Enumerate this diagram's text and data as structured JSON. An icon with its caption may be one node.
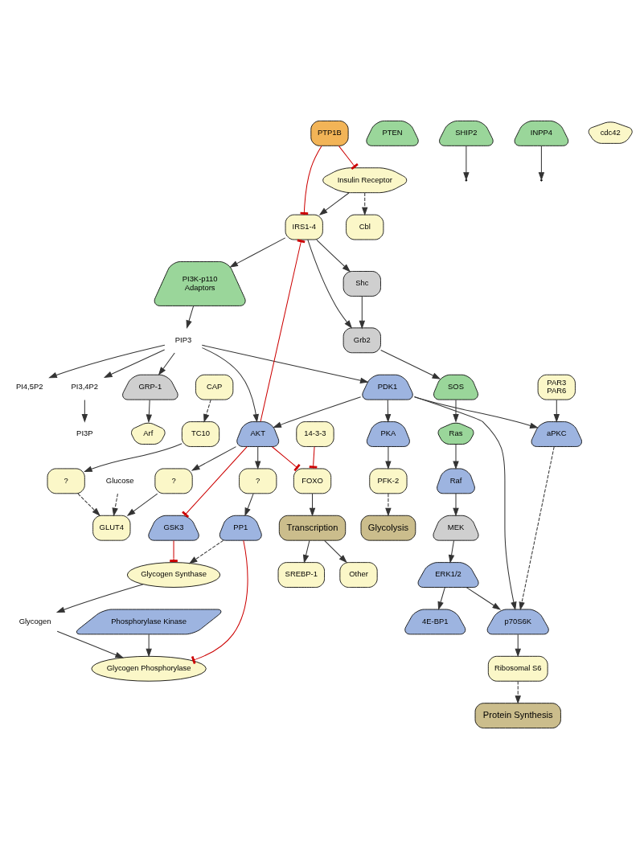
{
  "diagram": {
    "nodes": [
      {
        "text": [
          "Insulin Receptor"
        ]
      },
      {
        "text": [
          "IRS1-4"
        ]
      },
      {
        "text": [
          "PTP1B"
        ]
      },
      {
        "text": [
          "Cbl"
        ]
      },
      {
        "text": [
          "CAP"
        ]
      },
      {
        "text": [
          "TC10"
        ]
      },
      {
        "text": [
          "?"
        ]
      },
      {
        "text": [
          "GLUT4"
        ]
      },
      {
        "text": [
          "Glucose"
        ]
      },
      {
        "text": [
          "?"
        ]
      },
      {
        "text": [
          "PI3K-p110",
          "Adaptors"
        ]
      },
      {
        "text": [
          "PTEN"
        ]
      },
      {
        "text": [
          "PIP3"
        ]
      },
      {
        "text": [
          "PI4,5P2"
        ]
      },
      {
        "text": [
          "PI3,4P2"
        ]
      },
      {
        "text": [
          "SHIP2"
        ]
      },
      {
        "text": [
          "PI3P"
        ]
      },
      {
        "text": [
          "INPP4"
        ]
      },
      {
        "text": [
          "GRP-1"
        ]
      },
      {
        "text": [
          "Arf"
        ]
      },
      {
        "text": [
          "Shc"
        ]
      },
      {
        "text": [
          "Grb2"
        ]
      },
      {
        "text": [
          "SOS"
        ]
      },
      {
        "text": [
          "Ras"
        ]
      },
      {
        "text": [
          "Raf"
        ]
      },
      {
        "text": [
          "MEK"
        ]
      },
      {
        "text": [
          "ERK1/2"
        ]
      },
      {
        "text": [
          "PDK1"
        ]
      },
      {
        "text": [
          "AKT"
        ]
      },
      {
        "text": [
          "GSK3"
        ]
      },
      {
        "text": [
          "Glycogen Synthase"
        ]
      },
      {
        "text": [
          "Glycogen Phosphorylase"
        ]
      },
      {
        "text": [
          "Glycogen"
        ]
      },
      {
        "text": [
          "Phosphorylase Kinase"
        ]
      },
      {
        "text": [
          "?"
        ]
      },
      {
        "text": [
          "PP1"
        ]
      },
      {
        "text": [
          "FOXO"
        ]
      },
      {
        "text": [
          "14-3-3"
        ]
      },
      {
        "text": [
          "Transcription"
        ]
      },
      {
        "text": [
          "SREBP-1"
        ]
      },
      {
        "text": [
          "Other"
        ]
      },
      {
        "text": [
          "PKA"
        ]
      },
      {
        "text": [
          "PFK-2"
        ]
      },
      {
        "text": [
          "Glycolysis"
        ]
      },
      {
        "text": [
          "PAR3",
          "PAR6"
        ]
      },
      {
        "text": [
          "cdc42"
        ]
      },
      {
        "text": [
          "aPKC"
        ]
      },
      {
        "text": [
          "p70S6K"
        ]
      },
      {
        "text": [
          "Ribosomal S6"
        ]
      },
      {
        "text": [
          "Protein Synthesis"
        ]
      },
      {
        "text": [
          "4E-BP1"
        ]
      }
    ],
    "edges": [
      {
        "from": 0,
        "to": 1,
        "arrow": "to"
      },
      {
        "from": 0,
        "to": 3,
        "arrow": "to",
        "style": "dashed"
      },
      {
        "from": 2,
        "to": 0,
        "arrow": "other",
        "color": "#cc0000"
      },
      {
        "from": 2,
        "to": 1,
        "arrow": "other",
        "color": "#cc0000"
      },
      {
        "from": 28,
        "to": 1,
        "arrow": "other",
        "color": "#cc0000"
      },
      {
        "from": 4,
        "to": 5,
        "arrow": "to",
        "style": "dashed"
      },
      {
        "from": 5,
        "to": 6,
        "arrow": "to"
      },
      {
        "from": 6,
        "to": 7,
        "arrow": "to",
        "style": "dashed"
      },
      {
        "from": 8,
        "to": 7,
        "arrow": "to",
        "style": "dashed"
      },
      {
        "from": 28,
        "to": 9,
        "arrow": "to"
      },
      {
        "from": 9,
        "to": 7,
        "arrow": "to"
      },
      {
        "from": 1,
        "to": 10,
        "arrow": "to"
      },
      {
        "from": 1,
        "to": 20,
        "arrow": "to"
      },
      {
        "from": 1,
        "to": 21,
        "arrow": "to"
      },
      {
        "from": 20,
        "to": 21,
        "arrow": "to"
      },
      {
        "from": 21,
        "to": 22,
        "arrow": "to"
      },
      {
        "from": 22,
        "to": 23,
        "arrow": "to"
      },
      {
        "from": 23,
        "to": 24,
        "arrow": "to"
      },
      {
        "from": 24,
        "to": 25,
        "arrow": "to"
      },
      {
        "from": 25,
        "to": 26,
        "arrow": "to"
      },
      {
        "from": 26,
        "to": 50,
        "arrow": "to"
      },
      {
        "from": 26,
        "to": 47,
        "arrow": "to"
      },
      {
        "from": 10,
        "to": 12,
        "arrow": "to"
      },
      {
        "from": 12,
        "to": 13,
        "arrow": "to"
      },
      {
        "from": 12,
        "to": 28,
        "arrow": "to"
      },
      {
        "from": 12,
        "to": 27,
        "arrow": "to"
      },
      {
        "from": 12,
        "to": 14,
        "arrow": "to"
      },
      {
        "from": 15,
        "to": null,
        "arrow": "to"
      },
      {
        "from": 14,
        "to": 16,
        "arrow": "to"
      },
      {
        "from": 17,
        "to": null,
        "arrow": "to"
      },
      {
        "from": 12,
        "to": 18,
        "arrow": "to"
      },
      {
        "from": 18,
        "to": 19,
        "arrow": "to"
      },
      {
        "from": 27,
        "to": 28,
        "arrow": "to"
      },
      {
        "from": 27,
        "to": 41,
        "arrow": "to"
      },
      {
        "from": 27,
        "to": 46,
        "arrow": "to"
      },
      {
        "from": 27,
        "to": 47,
        "arrow": "to"
      },
      {
        "from": 28,
        "to": 29,
        "arrow": "other",
        "color": "#cc0000"
      },
      {
        "from": 29,
        "to": 30,
        "arrow": "other",
        "color": "#cc0000"
      },
      {
        "from": 28,
        "to": 36,
        "arrow": "other",
        "color": "#cc0000"
      },
      {
        "from": 37,
        "to": 36,
        "arrow": "other",
        "color": "#cc0000"
      },
      {
        "from": 36,
        "to": 38,
        "arrow": "to"
      },
      {
        "from": 38,
        "to": 39,
        "arrow": "to"
      },
      {
        "from": 38,
        "to": 40,
        "arrow": "to"
      },
      {
        "from": 28,
        "to": 34,
        "arrow": "to"
      },
      {
        "from": 34,
        "to": 35,
        "arrow": "to"
      },
      {
        "from": 35,
        "to": 30,
        "arrow": "to",
        "style": "dashed"
      },
      {
        "from": 35,
        "to": 31,
        "arrow": "other",
        "color": "#cc0000"
      },
      {
        "from": 33,
        "to": 31,
        "arrow": "to"
      },
      {
        "from": 30,
        "to": 32,
        "arrow": "to"
      },
      {
        "from": 32,
        "to": 31,
        "arrow": "to"
      },
      {
        "from": 41,
        "to": 42,
        "arrow": "to"
      },
      {
        "from": 42,
        "to": 43,
        "arrow": "to",
        "style": "dashed"
      },
      {
        "from": 44,
        "to": 46,
        "arrow": "to"
      },
      {
        "from": 46,
        "to": 47,
        "arrow": "to",
        "style": "dashed"
      },
      {
        "from": 47,
        "to": 48,
        "arrow": "to"
      },
      {
        "from": 48,
        "to": 49,
        "arrow": "to",
        "style": "dashed"
      }
    ]
  }
}
